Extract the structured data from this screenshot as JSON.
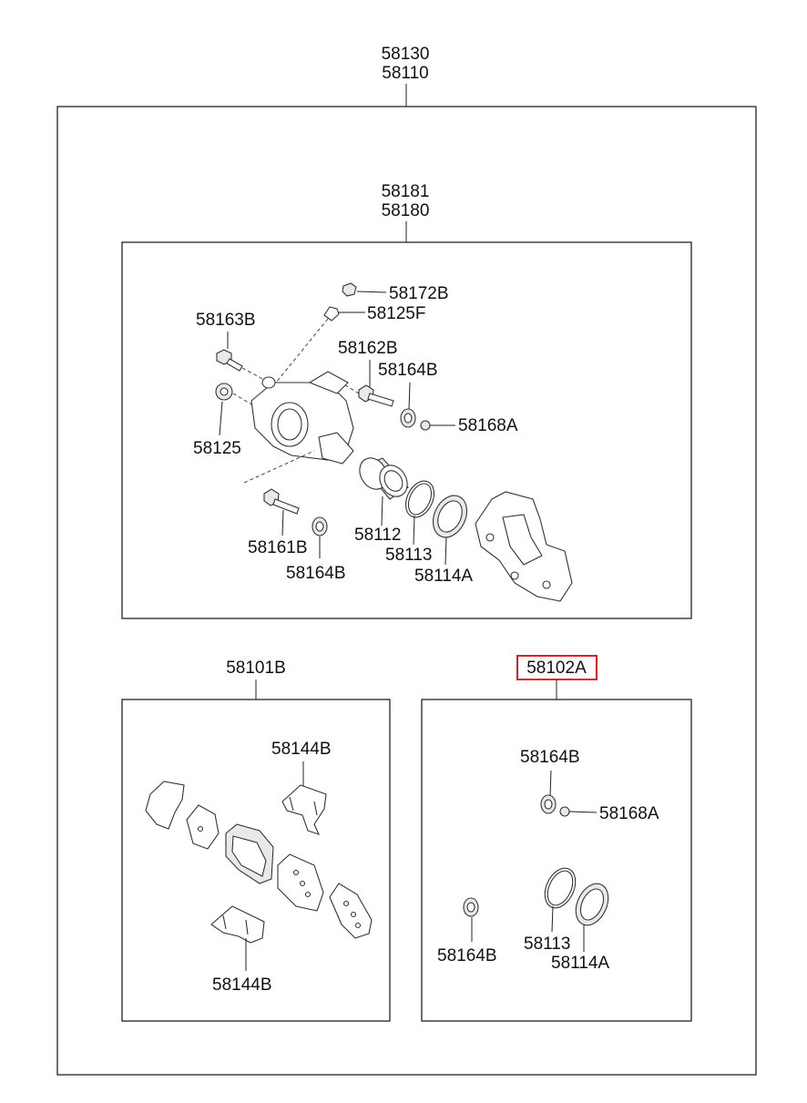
{
  "assembly": {
    "top_code_1": "58130",
    "top_code_2": "58110"
  },
  "caliper_group": {
    "code_1": "58181",
    "code_2": "58180",
    "parts": {
      "p58172B": "58172B",
      "p58125F": "58125F",
      "p58163B": "58163B",
      "p58162B": "58162B",
      "p58164B_top": "58164B",
      "p58168A": "58168A",
      "p58125": "58125",
      "p58112": "58112",
      "p58113": "58113",
      "p58161B": "58161B",
      "p58164B_bottom": "58164B",
      "p58114A": "58114A"
    }
  },
  "pad_kit": {
    "code": "58101B",
    "parts": {
      "p58144B_top": "58144B",
      "p58144B_bottom": "58144B"
    }
  },
  "seal_kit": {
    "code": "58102A",
    "highlight_color": "#e02020",
    "parts": {
      "p58164B_top": "58164B",
      "p58168A": "58168A",
      "p58164B_bottom": "58164B",
      "p58113": "58113",
      "p58114A": "58114A"
    }
  }
}
